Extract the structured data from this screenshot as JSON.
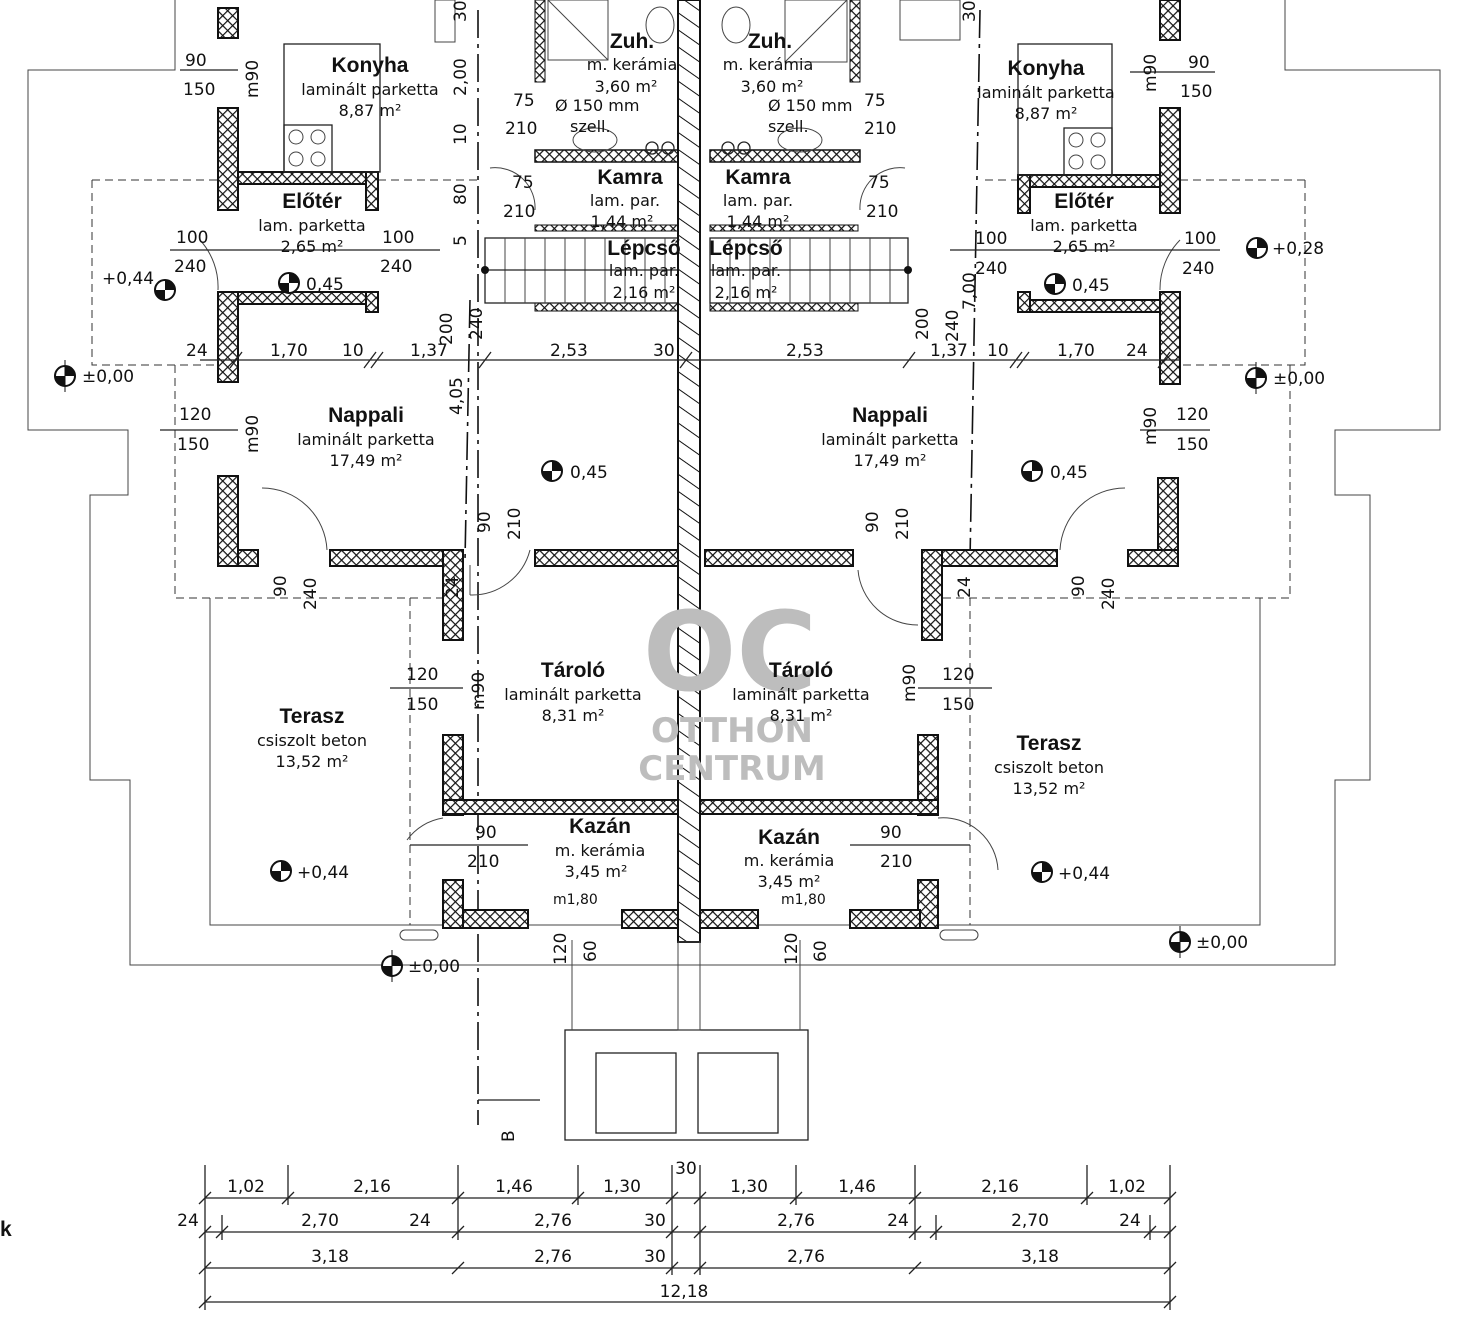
{
  "rooms": [
    {
      "name": "Konyha",
      "floor": "laminált parketta",
      "area": "8,87 m²"
    },
    {
      "name": "Konyha",
      "floor": "laminált parketta",
      "area": "8,87 m²"
    },
    {
      "name": "Zuh.",
      "floor": "m. kerámia",
      "area": "3,60 m²"
    },
    {
      "name": "Zuh.",
      "floor": "m. kerámia",
      "area": "3,60 m²"
    },
    {
      "name": "Előtér",
      "floor": "lam. parketta",
      "area": "2,65 m²"
    },
    {
      "name": "Előtér",
      "floor": "lam. parketta",
      "area": "2,65 m²"
    },
    {
      "name": "Kamra",
      "floor": "lam. par.",
      "area": "1,44 m²"
    },
    {
      "name": "Kamra",
      "floor": "lam. par.",
      "area": "1,44 m²"
    },
    {
      "name": "Lépcső",
      "floor": "lam. par.",
      "area": "2,16 m²"
    },
    {
      "name": "Lépcső",
      "floor": "lam. par.",
      "area": "2,16 m²"
    },
    {
      "name": "Nappali",
      "floor": "laminált parketta",
      "area": "17,49 m²"
    },
    {
      "name": "Nappali",
      "floor": "laminált parketta",
      "area": "17,49 m²"
    },
    {
      "name": "Tároló",
      "floor": "laminált parketta",
      "area": "8,31 m²"
    },
    {
      "name": "Tároló",
      "floor": "laminált parketta",
      "area": "8,31 m²"
    },
    {
      "name": "Terasz",
      "floor": "csiszolt beton",
      "area": "13,52 m²"
    },
    {
      "name": "Terasz",
      "floor": "csiszolt beton",
      "area": "13,52 m²"
    },
    {
      "name": "Kazán",
      "floor": "m. kerámia",
      "area": "3,45 m²"
    },
    {
      "name": "Kazán",
      "floor": "m. kerámia",
      "area": "3,45 m²"
    }
  ],
  "levels": [
    "±0,00",
    "±0,00",
    "±0,00",
    "±0,00",
    "+0,44",
    "+0,28",
    "0,45",
    "0,45",
    "0,45",
    "0,45",
    "+0,44",
    "+0,44"
  ],
  "openings": [
    "90",
    "150",
    "m90",
    "90",
    "150",
    "m90",
    "75",
    "210",
    "75",
    "210",
    "75",
    "210",
    "75",
    "210",
    "100",
    "240",
    "100",
    "240",
    "100",
    "240",
    "100",
    "240",
    "120",
    "150",
    "m90",
    "120",
    "150",
    "m90",
    "90",
    "210",
    "90",
    "210",
    "90",
    "240",
    "90",
    "240",
    "120",
    "150",
    "m90",
    "120",
    "150",
    "m90",
    "90",
    "210",
    "90",
    "210",
    "m1,80",
    "m1,80",
    "120",
    "60",
    "120",
    "60"
  ],
  "vert_dims": [
    "2,00",
    "10",
    "80",
    "5",
    "200",
    "240",
    "4,05",
    "30",
    "30",
    "7,00",
    "200",
    "240",
    "24",
    "24"
  ],
  "inner_dims": [
    "24",
    "1,70",
    "10",
    "1,37",
    "2,53",
    "30",
    "2,53",
    "1,37",
    "10",
    "1,70",
    "24"
  ],
  "notes": {
    "shower_left": "Ø 150 mm",
    "shower_left_sub": "szell.",
    "shower_right": "Ø 150 mm",
    "shower_right_sub": "szell.",
    "section": "B",
    "edge_letter": "k"
  },
  "dim_rows": [
    [
      "1,02",
      "2,16",
      "1,46",
      "1,30",
      "30",
      "1,30",
      "1,46",
      "2,16",
      "1,02"
    ],
    [
      "24",
      "2,70",
      "24",
      "2,76",
      "30",
      "2,76",
      "24",
      "2,70",
      "24"
    ],
    [
      "3,18",
      "2,76",
      "30",
      "2,76",
      "3,18"
    ],
    [
      "12,18"
    ]
  ],
  "watermark": {
    "logo": "OC",
    "line1": "OTTHON",
    "line2": "CENTRUM"
  }
}
